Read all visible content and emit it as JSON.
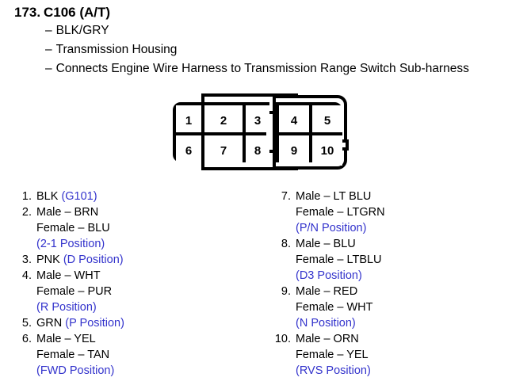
{
  "header": {
    "number": "173.",
    "connector_id": "C106 (A/T)",
    "details": [
      "BLK/GRY",
      "Transmission Housing",
      "Connects Engine Wire Harness to Transmission Range Switch Sub-harness"
    ],
    "dash": "–"
  },
  "connector": {
    "name": "connector-pinout-diagram",
    "rows": [
      [
        "1",
        "2",
        "3",
        "4",
        "5"
      ],
      [
        "6",
        "7",
        "8",
        "9",
        "10"
      ]
    ]
  },
  "colors": {
    "position_text": "#3333cc",
    "outline": "#000000",
    "background": "#ffffff"
  },
  "legend_left": [
    {
      "num": "1.",
      "lines": [
        {
          "text": "BLK ",
          "style": "plain"
        },
        {
          "text": "(G101)",
          "style": "position"
        }
      ],
      "rows": [
        [
          {
            "text": "BLK ",
            "style": "plain"
          },
          {
            "text": "(G101)",
            "style": "position"
          }
        ]
      ]
    },
    {
      "num": "2.",
      "rows": [
        [
          {
            "text": "Male – BRN",
            "style": "plain"
          }
        ],
        [
          {
            "text": "Female – BLU",
            "style": "plain"
          }
        ],
        [
          {
            "text": "(2-1 Position)",
            "style": "position"
          }
        ]
      ]
    },
    {
      "num": "3.",
      "rows": [
        [
          {
            "text": "PNK ",
            "style": "plain"
          },
          {
            "text": "(D Position)",
            "style": "position"
          }
        ]
      ]
    },
    {
      "num": "4.",
      "rows": [
        [
          {
            "text": "Male – WHT",
            "style": "plain"
          }
        ],
        [
          {
            "text": "Female – PUR",
            "style": "plain"
          }
        ],
        [
          {
            "text": "(R Position)",
            "style": "position"
          }
        ]
      ]
    },
    {
      "num": "5.",
      "rows": [
        [
          {
            "text": "GRN ",
            "style": "plain"
          },
          {
            "text": "(P Position)",
            "style": "position"
          }
        ]
      ]
    },
    {
      "num": "6.",
      "rows": [
        [
          {
            "text": "Male – YEL",
            "style": "plain"
          }
        ],
        [
          {
            "text": "Female – TAN",
            "style": "plain"
          }
        ],
        [
          {
            "text": "(FWD Position)",
            "style": "position"
          }
        ]
      ]
    }
  ],
  "legend_right": [
    {
      "num": "7.",
      "rows": [
        [
          {
            "text": "Male – LT BLU",
            "style": "plain"
          }
        ],
        [
          {
            "text": "Female – LTGRN",
            "style": "plain"
          }
        ],
        [
          {
            "text": "(P/N Position)",
            "style": "position"
          }
        ]
      ]
    },
    {
      "num": "8.",
      "rows": [
        [
          {
            "text": "Male – BLU",
            "style": "plain"
          }
        ],
        [
          {
            "text": "Female – LTBLU",
            "style": "plain"
          }
        ],
        [
          {
            "text": "(D3 Position)",
            "style": "position"
          }
        ]
      ]
    },
    {
      "num": "9.",
      "rows": [
        [
          {
            "text": "Male – RED",
            "style": "plain"
          }
        ],
        [
          {
            "text": "Female – WHT",
            "style": "plain"
          }
        ],
        [
          {
            "text": "(N Position)",
            "style": "position"
          }
        ]
      ]
    },
    {
      "num": "10.",
      "rows": [
        [
          {
            "text": "Male – ORN",
            "style": "plain"
          }
        ],
        [
          {
            "text": "Female – YEL",
            "style": "plain"
          }
        ],
        [
          {
            "text": "(RVS Position)",
            "style": "position"
          }
        ]
      ]
    }
  ]
}
